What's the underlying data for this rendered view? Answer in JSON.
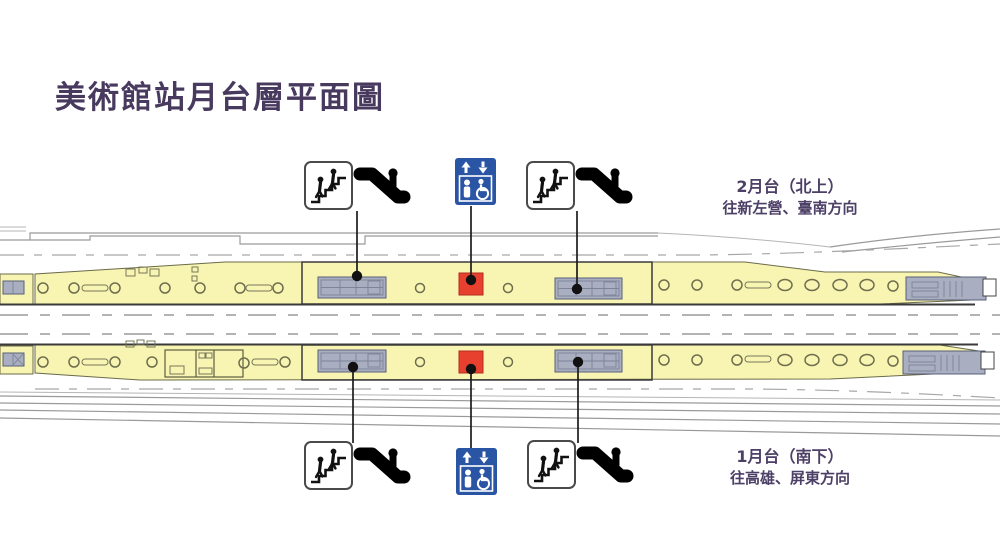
{
  "title": "美術館站月台層平面圖",
  "platform_2": {
    "name": "2月台（北上）",
    "direction": "往新左營、臺南方向"
  },
  "platform_1": {
    "name": "1月台（南下）",
    "direction": "往高雄、屏東方向"
  },
  "facilities_top": [
    "stairs-icon",
    "escalator-icon",
    "accessible-elevator-icon",
    "stairs-icon",
    "escalator-icon"
  ],
  "facilities_bottom": [
    "stairs-icon",
    "escalator-icon",
    "accessible-elevator-icon",
    "stairs-icon",
    "escalator-icon"
  ],
  "colors": {
    "background": "#ffffff",
    "title_text": "#483a5e",
    "label_text": "#4d4066",
    "platform_fill": "#f8f5b2",
    "platform_edge": "#6b6b4a",
    "structure_outline": "#3a3a3a",
    "pillar_stroke": "#6e6e4e",
    "stair_box_fill": "#a9aec0",
    "stair_box_border": "#596078",
    "elevator_box_red": "#e8402f",
    "elevator_sign_blue": "#2a55a5",
    "track_line": "#9a9a9a",
    "leader_line": "#1c1c1c"
  }
}
